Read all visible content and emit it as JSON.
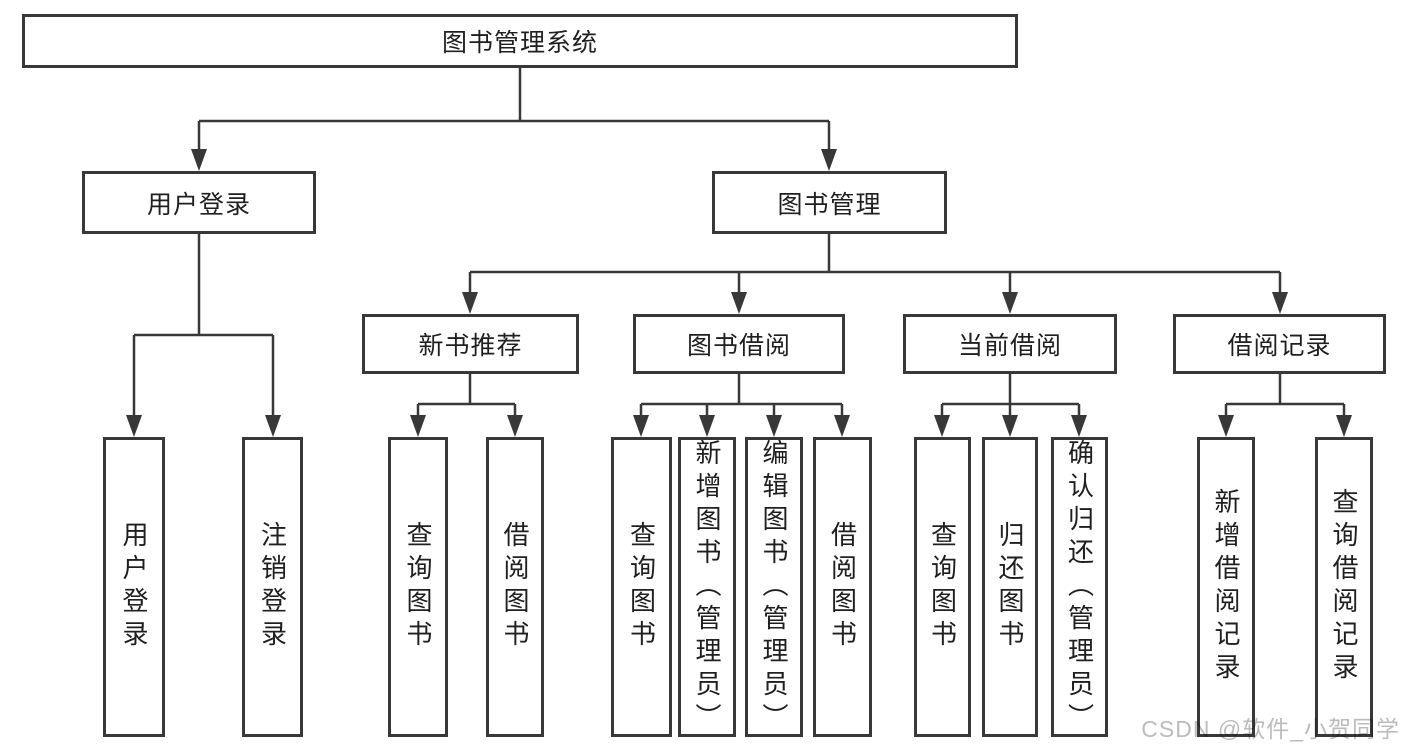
{
  "tree": {
    "root": "图书管理系统",
    "level2": [
      {
        "label": "用户登录"
      },
      {
        "label": "图书管理"
      }
    ],
    "level3": [
      {
        "label": "新书推荐"
      },
      {
        "label": "图书借阅"
      },
      {
        "label": "当前借阅"
      },
      {
        "label": "借阅记录"
      }
    ],
    "leaf_groups": {
      "user_login": [
        "用户登录",
        "注销登录"
      ],
      "new_books": [
        "查询图书",
        "借阅图书"
      ],
      "book_borrow": [
        "查询图书",
        "新增图书（管理员）",
        "编辑图书（管理员）",
        "借阅图书"
      ],
      "current_borrow": [
        "查询图书",
        "归还图书",
        "确认归还（管理员）"
      ],
      "borrow_records": [
        "新增借阅记录",
        "查询借阅记录"
      ]
    }
  },
  "watermark": "CSDN @软件_小贺同学",
  "colors": {
    "line": "#383838",
    "text": "#1f1f1f",
    "watermark": "#bcbcbc",
    "background": "#ffffff"
  }
}
